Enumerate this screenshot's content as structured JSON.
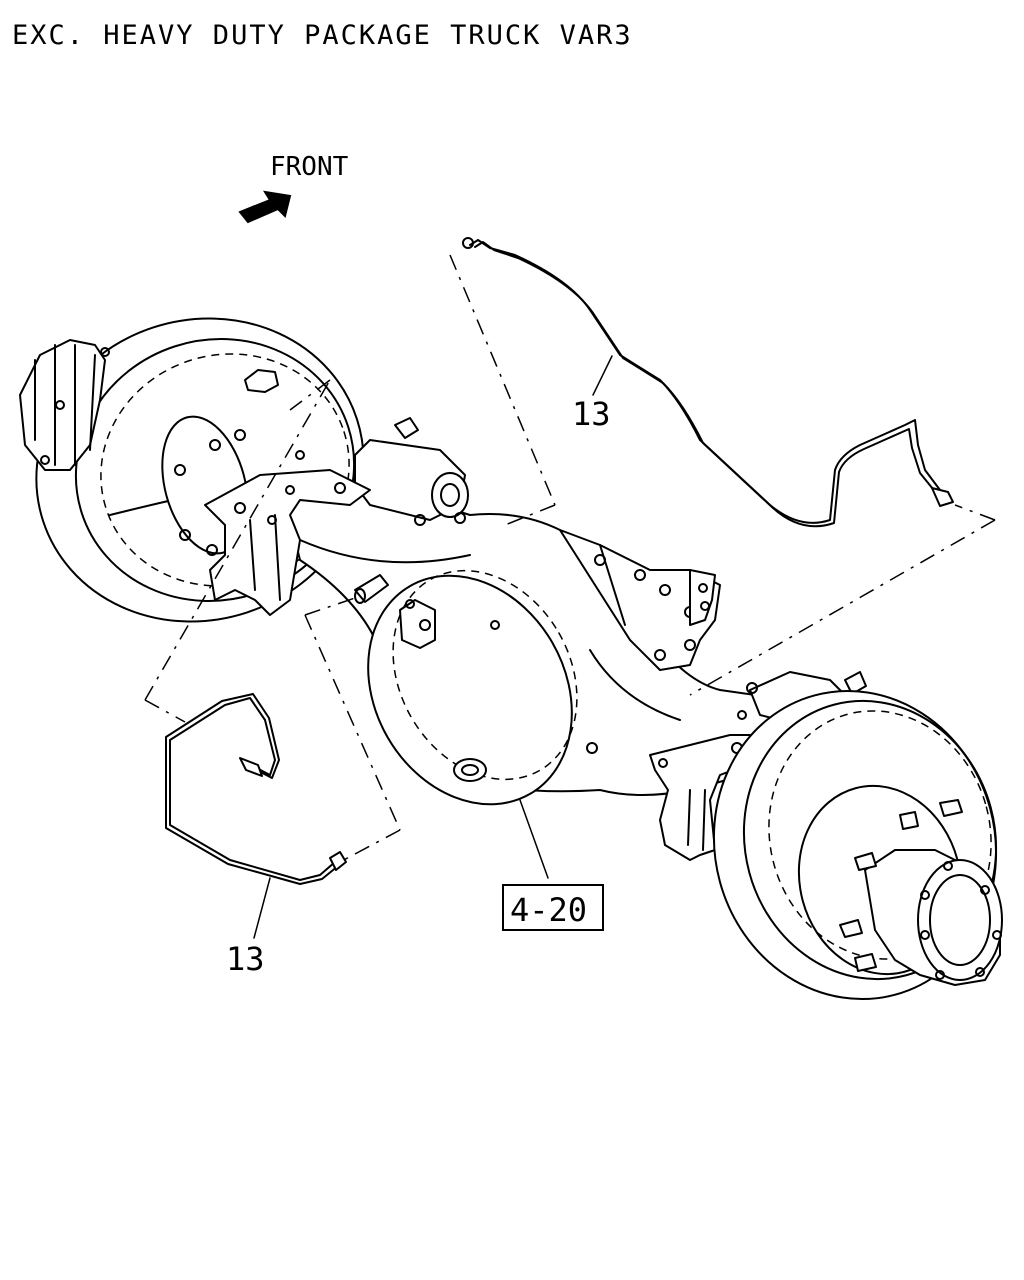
{
  "title": "EXC. HEAVY DUTY PACKAGE TRUCK VAR3",
  "direction_label": "FRONT",
  "callouts": {
    "pipe_upper": "13",
    "pipe_lower": "13",
    "reference_box": "4-20"
  },
  "icons": {
    "front_arrow": "solid-arrow-icon"
  }
}
